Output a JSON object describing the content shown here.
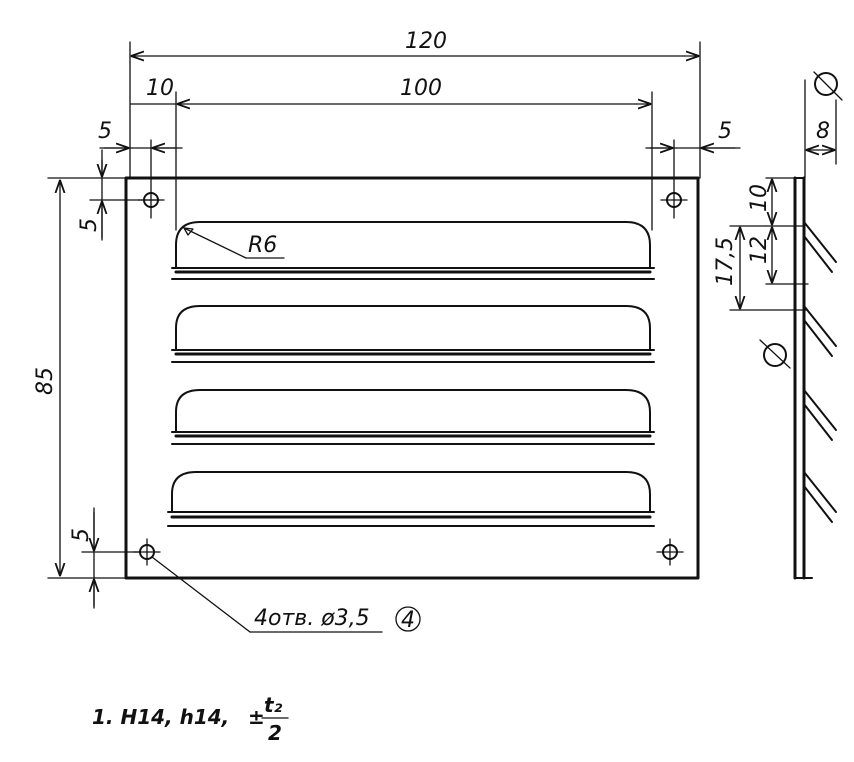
{
  "dimensions": {
    "overall_width": "120",
    "inner_width": "100",
    "left_offset": "10",
    "left_edge": "5",
    "right_edge": "5",
    "top_hole_offset": "5",
    "bottom_hole_offset": "5",
    "height": "85",
    "radius": "R6",
    "side_depth": "8",
    "side_top": "10",
    "side_slot": "12",
    "side_pitch": "17,5"
  },
  "callouts": {
    "holes": "4отв. ø3,5",
    "part_number": "4"
  },
  "notes": {
    "tolerance_prefix": "1.  H14,  h14,",
    "tolerance_pm": "±",
    "tolerance_num": "t₂",
    "tolerance_den": "2"
  }
}
